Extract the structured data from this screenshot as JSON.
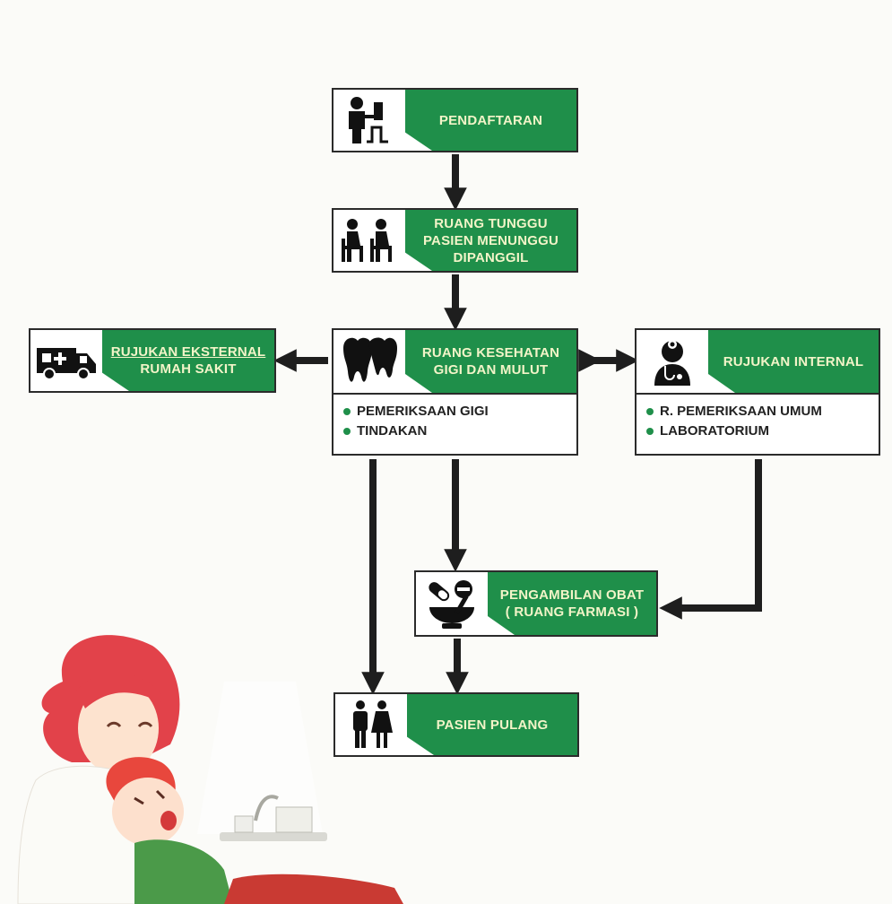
{
  "nodes": {
    "pendaftaran": {
      "label": "PENDAFTARAN",
      "icon": "registration-desk-icon"
    },
    "ruang_tunggu": {
      "lines": [
        "RUANG TUNGGU",
        "PASIEN MENUNGGU",
        "DIPANGGIL"
      ],
      "icon": "waiting-people-icon"
    },
    "ruang_kesehatan": {
      "lines": [
        "RUANG KESEHATAN",
        "GIGI DAN MULUT"
      ],
      "icon": "tooth-icon",
      "items": [
        "PEMERIKSAAN GIGI",
        "TINDAKAN"
      ]
    },
    "rujukan_eksternal": {
      "lines": [
        "RUJUKAN EKSTERNAL",
        "RUMAH SAKIT"
      ],
      "icon": "ambulance-icon"
    },
    "rujukan_internal": {
      "label": "RUJUKAN INTERNAL",
      "icon": "doctor-icon",
      "items": [
        "R. PEMERIKSAAN UMUM",
        "LABORATORIUM"
      ]
    },
    "pengambilan_obat": {
      "lines": [
        "PENGAMBILAN OBAT",
        "( RUANG FARMASI )"
      ],
      "icon": "medicine-pills-icon"
    },
    "pasien_pulang": {
      "label": "PASIEN PULANG",
      "icon": "man-woman-icon"
    }
  },
  "colors": {
    "accent": "#1f8f4a",
    "accent_text": "#f2f4c8",
    "arrow": "#1e1e1e"
  }
}
